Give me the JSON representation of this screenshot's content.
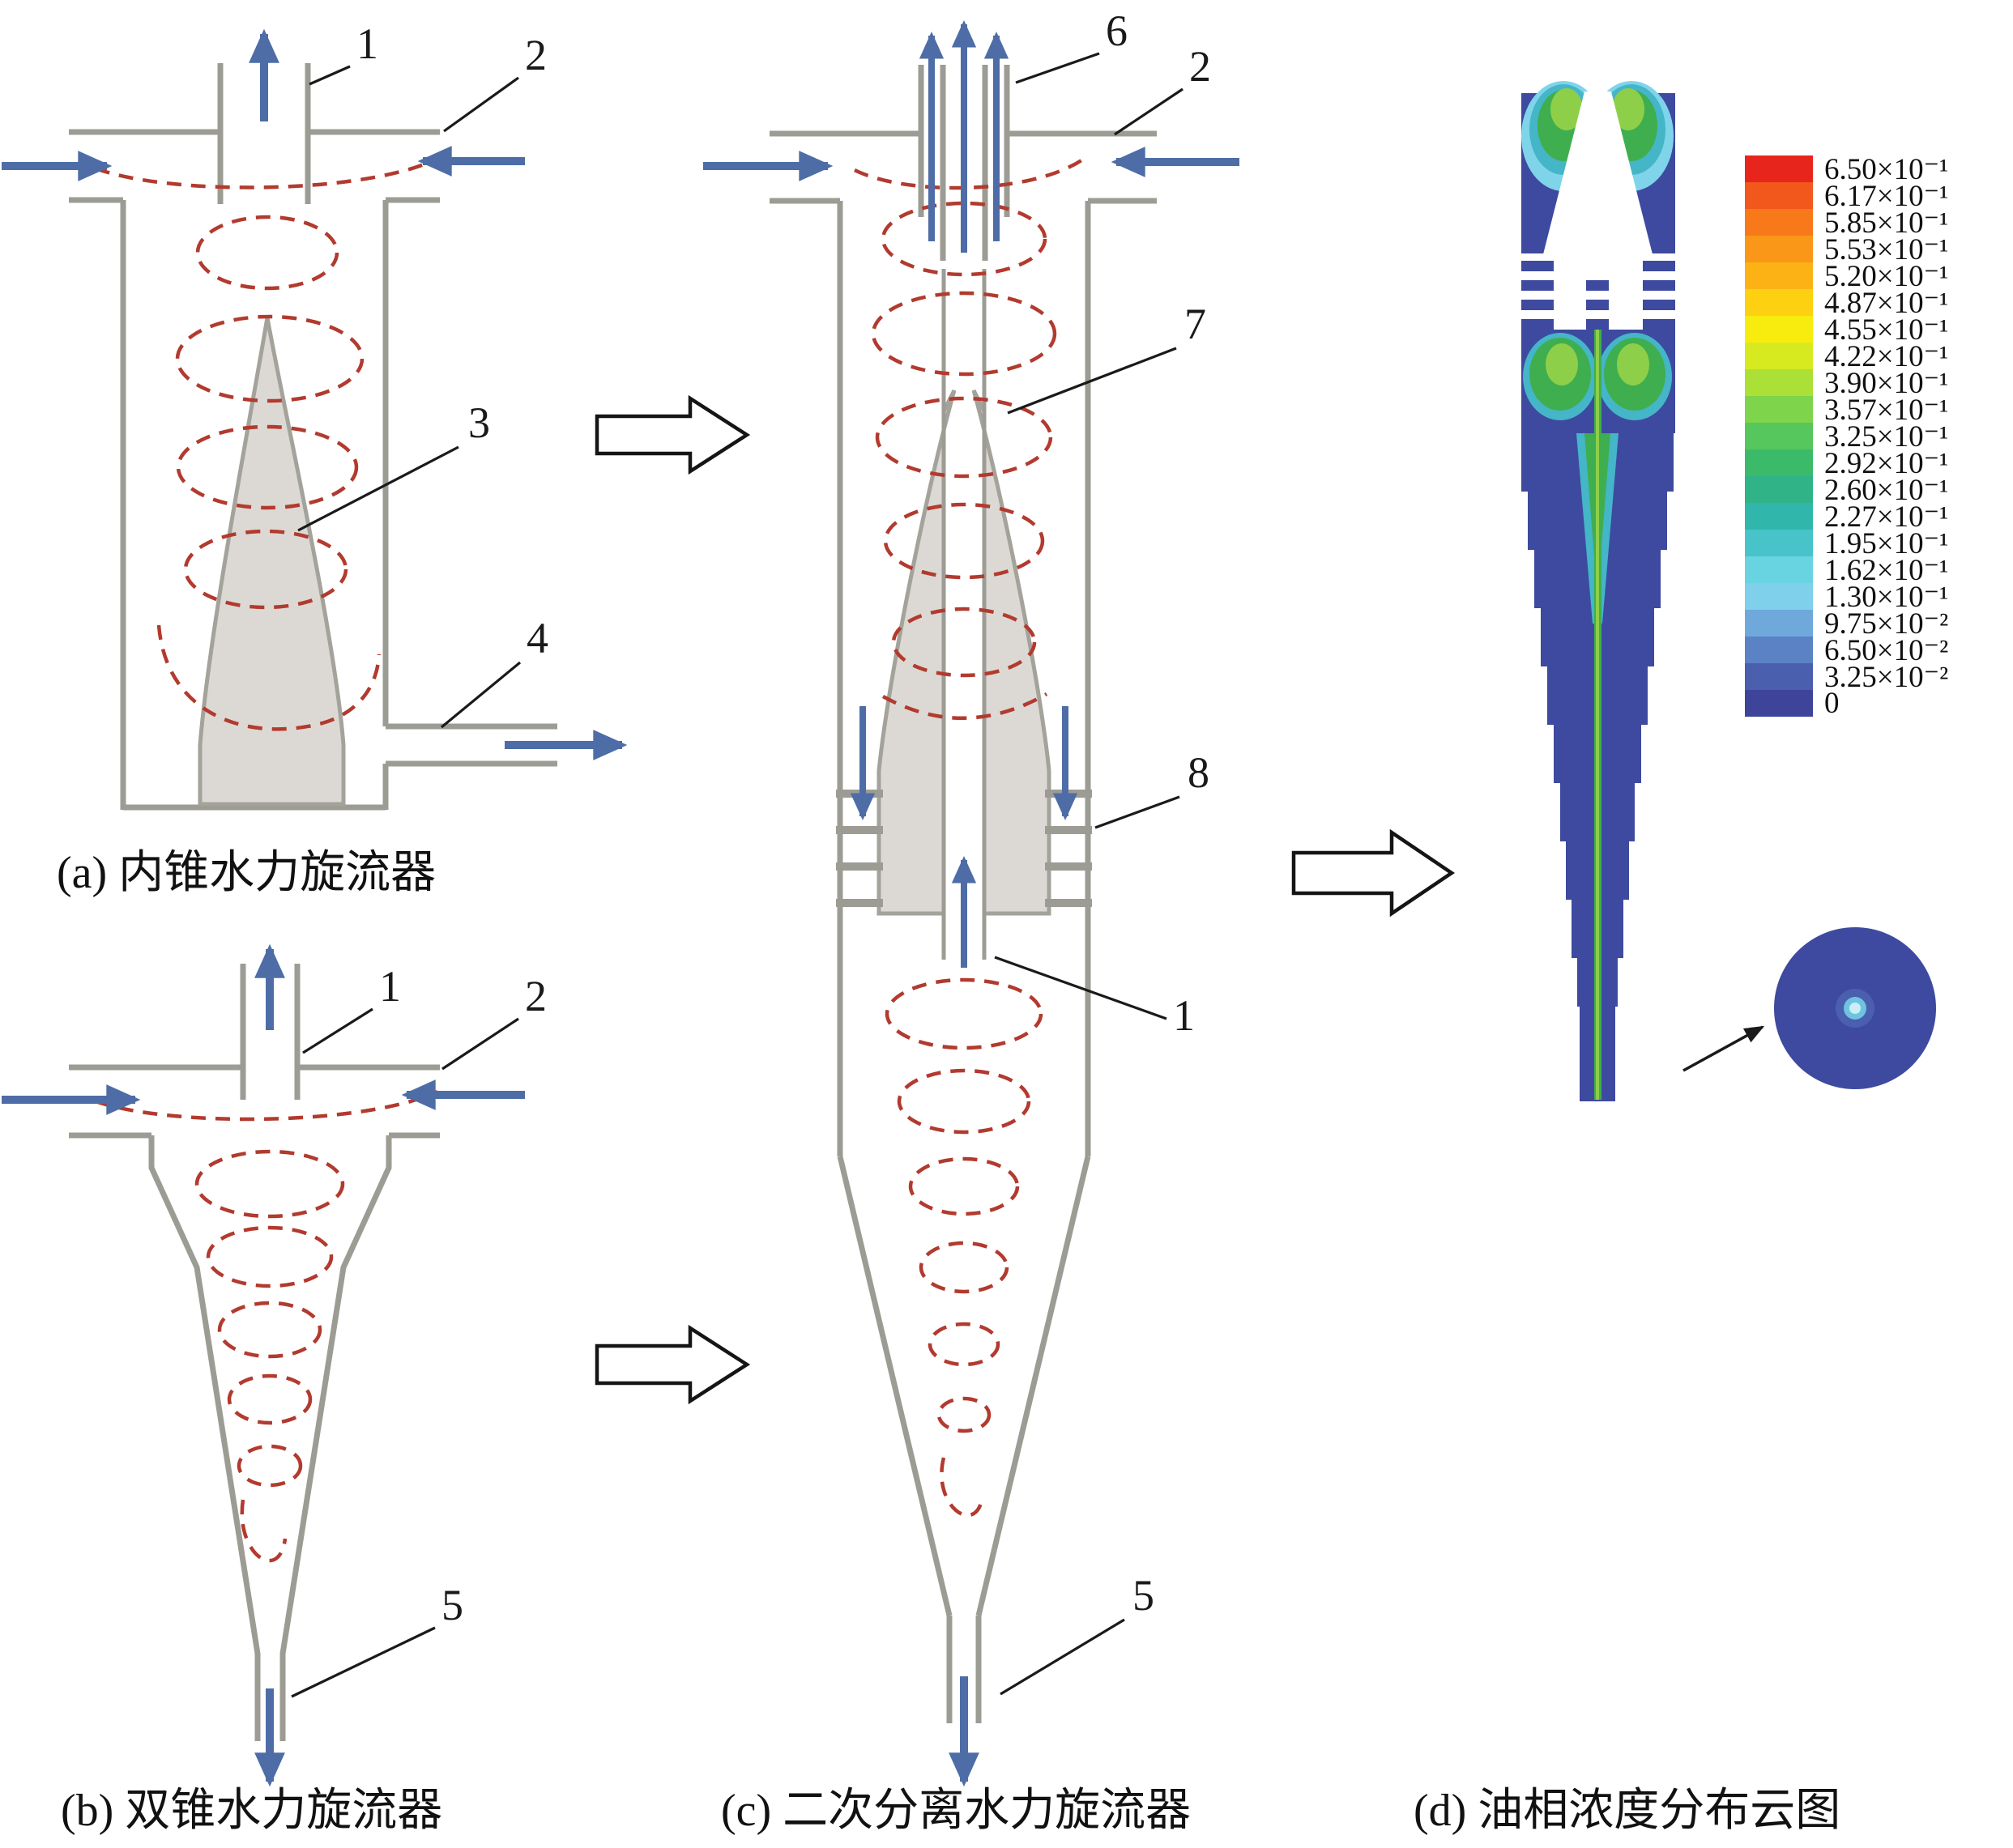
{
  "palette": {
    "flow_blue": "#4e6da7",
    "swirl_red": "#b23a2e",
    "wall_gray": "#9c9c94",
    "cone_fill": "#dcd9d4",
    "cone_edge": "#a3a39b",
    "contour_blue": "#3e4a9f",
    "contour_green": "#3fae4e",
    "contour_teal": "#45b5c8",
    "contour_cyan": "#7fd4ea",
    "contour_lightgreen": "#8ecf4a",
    "ink": "#1a1a1a"
  },
  "panel_a": {
    "caption": "(a) 内锥水力旋流器",
    "labels": {
      "overflow_outlet": "1",
      "inlet": "2",
      "inner_cone": "3",
      "underflow_outlet": "4"
    }
  },
  "panel_b": {
    "caption": "(b) 双锥水力旋流器",
    "labels": {
      "overflow_outlet": "1",
      "inlet": "2",
      "underflow_outlet": "5"
    }
  },
  "panel_c": {
    "caption": "(c) 二次分离水力旋流器",
    "labels": {
      "overflow_outlets": "6",
      "inlet": "2",
      "secondary_cone": "7",
      "slots": "8",
      "inner_outlet_tube": "1",
      "underflow_outlet": "5"
    }
  },
  "panel_d": {
    "caption": "(d) 油相浓度分布云图",
    "legend": {
      "entries": [
        {
          "color": "#e8251d",
          "label": "6.50×10⁻¹"
        },
        {
          "color": "#f2571c",
          "label": "6.17×10⁻¹"
        },
        {
          "color": "#f7791a",
          "label": "5.85×10⁻¹"
        },
        {
          "color": "#fa9618",
          "label": "5.53×10⁻¹"
        },
        {
          "color": "#fcb215",
          "label": "5.20×10⁻¹"
        },
        {
          "color": "#fdd011",
          "label": "4.87×10⁻¹"
        },
        {
          "color": "#f7ec0e",
          "label": "4.55×10⁻¹"
        },
        {
          "color": "#d7ea1f",
          "label": "4.22×10⁻¹"
        },
        {
          "color": "#abe036",
          "label": "3.90×10⁻¹"
        },
        {
          "color": "#7ed54b",
          "label": "3.57×10⁻¹"
        },
        {
          "color": "#55c75d",
          "label": "3.25×10⁻¹"
        },
        {
          "color": "#3bbb6a",
          "label": "2.92×10⁻¹"
        },
        {
          "color": "#2fb387",
          "label": "2.60×10⁻¹"
        },
        {
          "color": "#31b6ab",
          "label": "2.27×10⁻¹"
        },
        {
          "color": "#47c3c9",
          "label": "1.95×10⁻¹"
        },
        {
          "color": "#68d4e2",
          "label": "1.62×10⁻¹"
        },
        {
          "color": "#7fd0ea",
          "label": "1.30×10⁻¹"
        },
        {
          "color": "#6fa9dc",
          "label": "9.75×10⁻²"
        },
        {
          "color": "#5b82c4",
          "label": "6.50×10⁻²"
        },
        {
          "color": "#4a5fae",
          "label": "3.25×10⁻²"
        },
        {
          "color": "#3e4499",
          "label": "0"
        }
      ]
    }
  }
}
